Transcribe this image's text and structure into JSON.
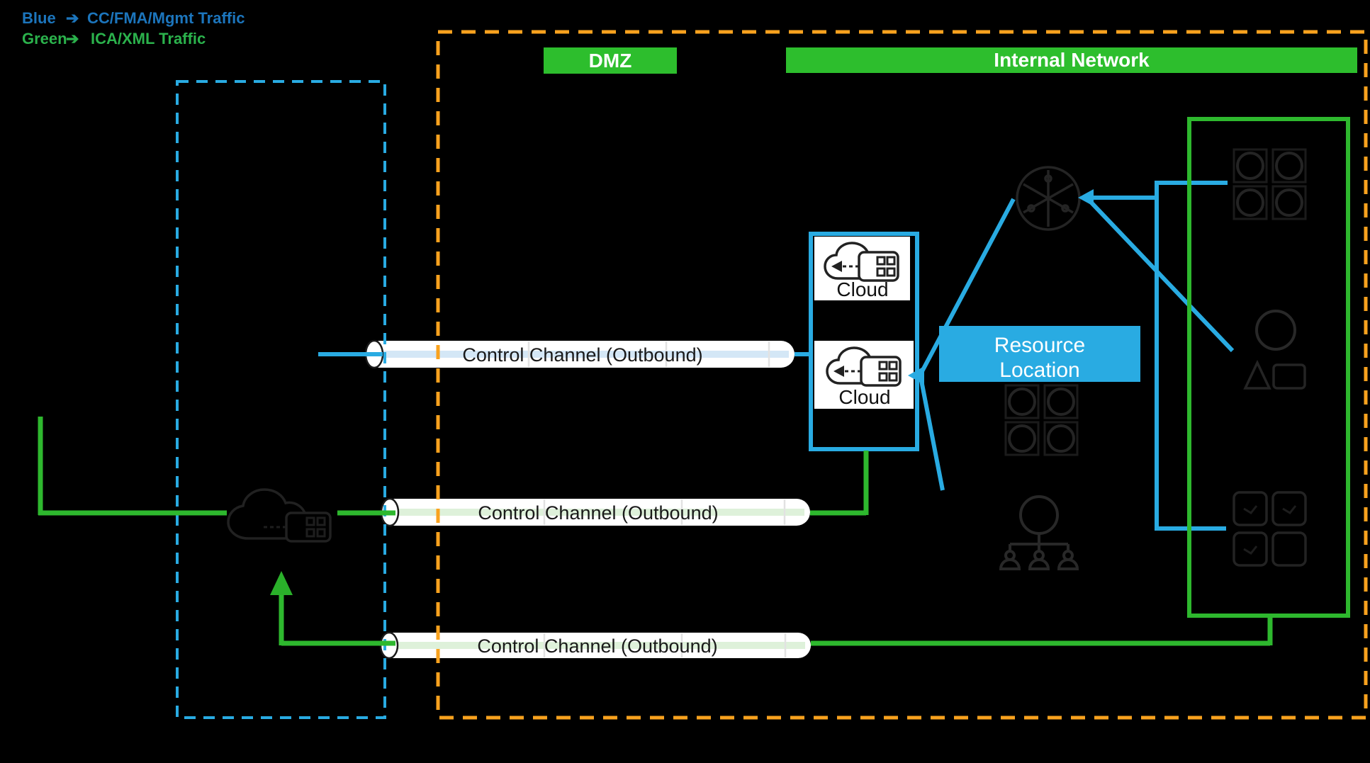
{
  "legend": {
    "items": [
      {
        "term": "Blue",
        "arrow": "➔",
        "label": "CC/FMA/Mgmt Traffic"
      },
      {
        "term": "Green",
        "arrow": "➔",
        "label": "ICA/XML Traffic"
      }
    ]
  },
  "zones": {
    "dmz": "DMZ",
    "internal": "Internal Network"
  },
  "channels": [
    {
      "label": "Control Channel (Outbound)"
    },
    {
      "label": "Control Channel (Outbound)"
    },
    {
      "label": "Control Channel (Outbound)"
    }
  ],
  "cloud_connectors": [
    {
      "label": "Cloud"
    },
    {
      "label": "Cloud"
    }
  ],
  "resource_location": {
    "line1": "Resource",
    "line2": "Location"
  },
  "colors": {
    "traffic_blue": "#29ABE2",
    "legend_blue": "#1C75BC",
    "traffic_green": "#2EB82E",
    "legend_green": "#2BB24C",
    "zone_green": "#2DBE2D",
    "boundary_orange": "#F9A21E",
    "faint_icon_gray": "#242424"
  }
}
